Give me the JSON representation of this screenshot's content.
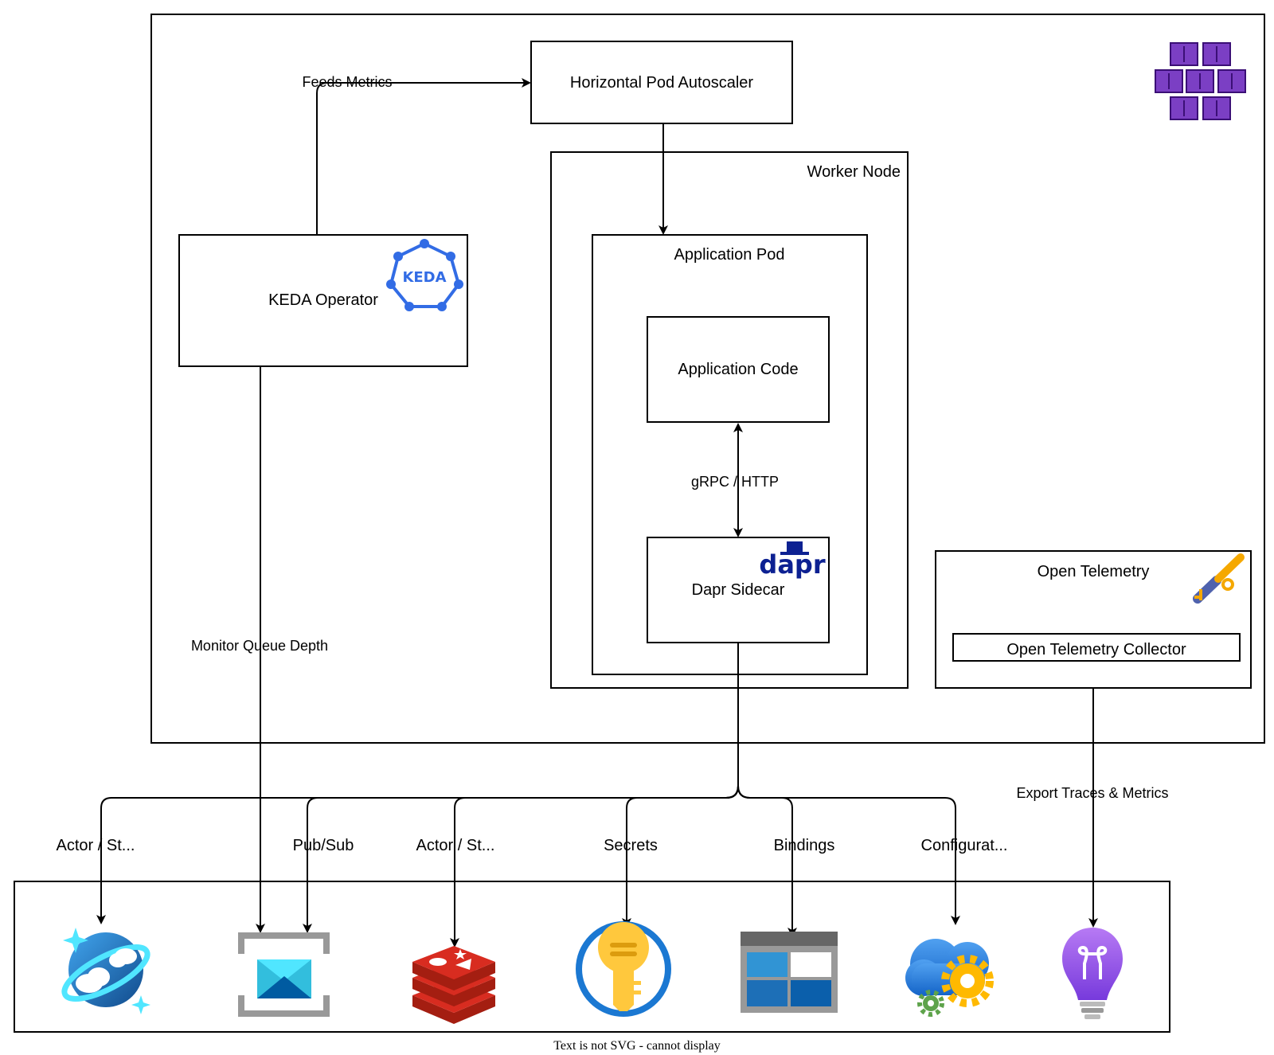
{
  "diagram": {
    "nodes": {
      "hpa": "Horizontal Pod Autoscaler",
      "keda": "KEDA Operator",
      "worker_node": "Worker Node",
      "app_pod": "Application Pod",
      "app_code": "Application Code",
      "dapr_sidecar": "Dapr Sidecar",
      "otel": "Open Telemetry",
      "otel_collector": "Open Telemetry Collector"
    },
    "edges": {
      "feeds_metrics": "Feeds Metrics",
      "monitor_queue": "Monitor Queue Depth",
      "grpc_http": "gRPC / HTTP",
      "export_traces": "Export Traces & Metrics",
      "actor_state_1": "Actor / St...",
      "pubsub": "Pub/Sub",
      "actor_state_2": "Actor / St...",
      "secrets": "Secrets",
      "bindings": "Bindings",
      "configuration": "Configurat..."
    },
    "logos": {
      "keda_text": "KEDA",
      "dapr_text": "dapr"
    },
    "footer": "Text is not SVG - cannot display",
    "colors": {
      "aks_purple": "#7B3FC4",
      "keda_blue": "#326CE5",
      "dapr_navy": "#0D2192",
      "redis_red": "#C6302B",
      "azure_blue": "#0078D4",
      "key_yellow": "#FFC83D"
    },
    "icons": [
      "aks-cluster-icon",
      "keda-logo",
      "dapr-logo",
      "opentelemetry-icon",
      "cosmos-db-icon",
      "service-bus-icon",
      "redis-icon",
      "key-vault-icon",
      "storage-table-icon",
      "app-configuration-icon",
      "application-insights-icon"
    ]
  }
}
